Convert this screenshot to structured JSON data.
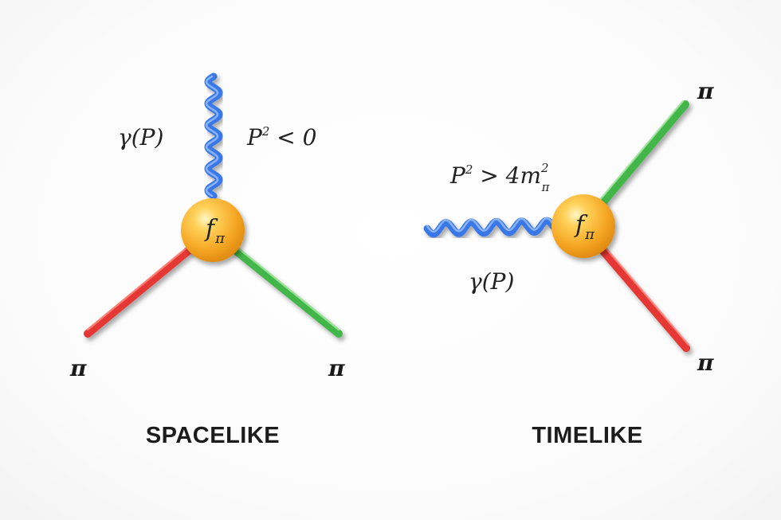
{
  "spacelike": {
    "caption": "SPACELIKE",
    "photon_label": "γ(P)",
    "condition": {
      "base": "P",
      "exp": "2",
      "rest": " < 0"
    },
    "vertex": {
      "base": "f",
      "sub": "π"
    },
    "pion_left": "π",
    "pion_right": "π"
  },
  "timelike": {
    "caption": "TIMELIKE",
    "photon_label": "γ(P)",
    "condition": {
      "base": "P",
      "exp": "2",
      "rest": " > 4m",
      "rest_sup": "2",
      "rest_sub": "π"
    },
    "vertex": {
      "base": "f",
      "sub": "π"
    },
    "pion_top": "π",
    "pion_bottom": "π"
  },
  "colors": {
    "photon": "#3b78e7",
    "pion_red": "#e53935",
    "pion_green": "#43b649",
    "vertex_orange": "#f5a623"
  }
}
